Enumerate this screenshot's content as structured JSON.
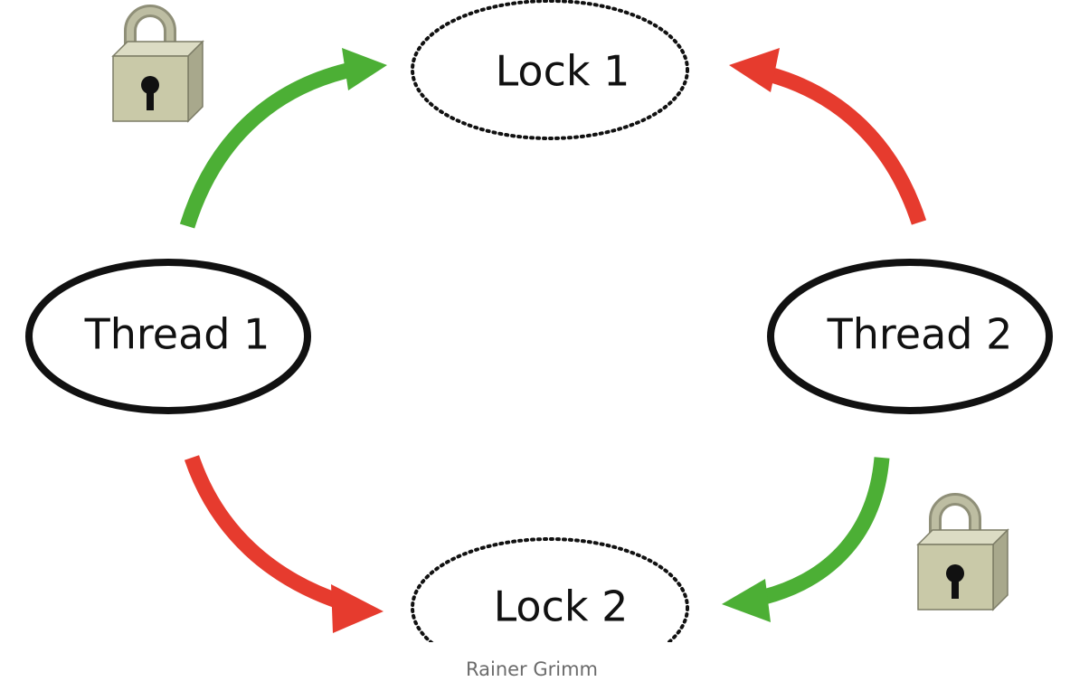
{
  "diagram": {
    "nodes": {
      "lock1": {
        "label": "Lock 1"
      },
      "lock2": {
        "label": "Lock 2"
      },
      "thread1": {
        "label": "Thread 1"
      },
      "thread2": {
        "label": "Thread 2"
      }
    },
    "edges": [
      {
        "from": "thread1",
        "to": "lock1",
        "state": "acquired"
      },
      {
        "from": "thread2",
        "to": "lock1",
        "state": "waiting"
      },
      {
        "from": "thread1",
        "to": "lock2",
        "state": "waiting"
      },
      {
        "from": "thread2",
        "to": "lock2",
        "state": "acquired"
      }
    ],
    "colors": {
      "acquired": "#4caf35",
      "waiting": "#e63b2e",
      "outline": "#111111",
      "padlock_body": "#c9c9a8",
      "padlock_shackle": "#a9a98e"
    },
    "icons": [
      "padlock-icon",
      "padlock-icon"
    ]
  },
  "caption": "Rainer Grimm"
}
